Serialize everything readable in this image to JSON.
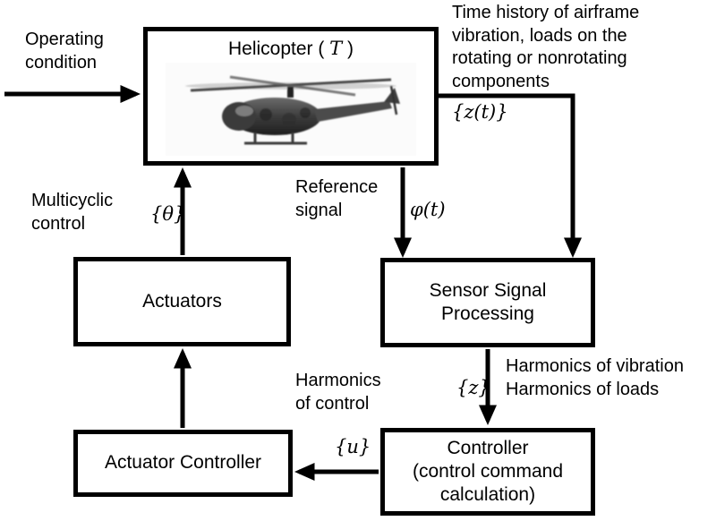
{
  "boxes": {
    "helicopter": {
      "prefix": "Helicopter ( ",
      "t": "T",
      "suffix": " )"
    },
    "actuators": {
      "label": "Actuators"
    },
    "sensor": {
      "label": "Sensor Signal\nProcessing"
    },
    "controller": {
      "label": "Controller\n(control command\ncalculation)"
    },
    "actuator_controller": {
      "label": "Actuator Controller"
    }
  },
  "labels": {
    "operating_condition": "Operating\ncondition",
    "time_history": "Time history of airframe\nvibration, loads on the\nrotating or nonrotating\ncomponents",
    "z_t": "{z(t)}",
    "reference_signal": "Reference\nsignal",
    "phi_t": "φ(t)",
    "multicyclic_control": "Multicyclic\ncontrol",
    "theta": "{θ}",
    "z": "{z}",
    "harmonics_vibration_loads": "Harmonics of vibration\nHarmonics of loads",
    "harmonics_of_control": "Harmonics\nof control",
    "u": "{u}"
  },
  "colors": {
    "line": "#000000",
    "background": "#ffffff"
  }
}
